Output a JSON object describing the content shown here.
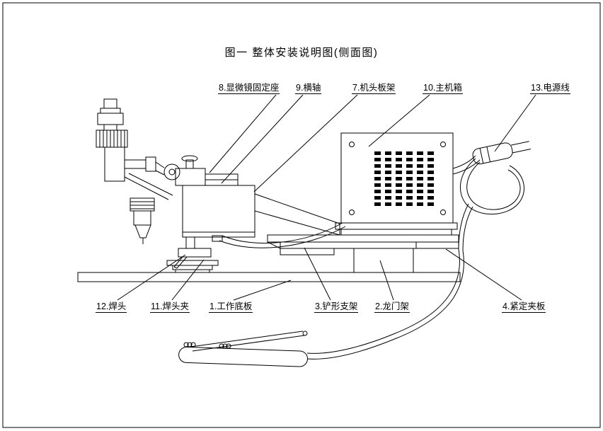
{
  "figure": {
    "title": "图一  整体安装说明图(侧面图)"
  },
  "labels": {
    "top": [
      {
        "text": "8.显微镜固定座"
      },
      {
        "text": "9.横轴"
      },
      {
        "text": "7.机头板架"
      },
      {
        "text": "10.主机箱"
      },
      {
        "text": "13.电源线"
      }
    ],
    "bottom": [
      {
        "text": "12.焊头"
      },
      {
        "text": "11.焊头夹"
      },
      {
        "text": "1.工作底板"
      },
      {
        "text": "3.铲形支架"
      },
      {
        "text": "2.龙门架"
      },
      {
        "text": "4.紧定夹板"
      }
    ]
  },
  "colors": {
    "line": "#000000",
    "background": "#ffffff"
  }
}
